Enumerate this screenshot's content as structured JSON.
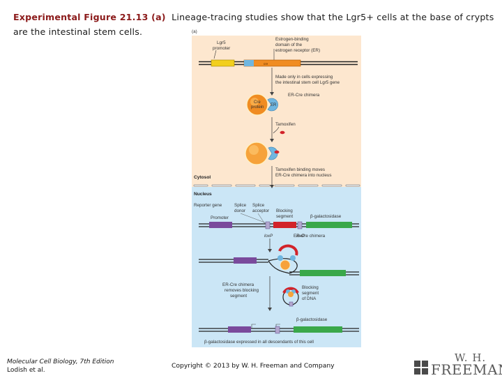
{
  "title": {
    "label": "Experimental Figure 21.13 (a)",
    "text": "Lineage-tracing studies show that the Lgr5+ cells at the base of crypts are the intestinal stem cells."
  },
  "figure": {
    "panel_label": "(a)",
    "lgr5_promoter": [
      "Lgr5",
      "promoter"
    ],
    "estrogen_domain": [
      "Estrogen-binding",
      "domain of the",
      "estrogen receptor (ER)"
    ],
    "gene_label": "cre",
    "made_only": [
      "Made only in cells expressing",
      "the intestinal stem cell Lgr5 gene"
    ],
    "er_cre_chimera": "ER-Cre chimera",
    "cre_protein": [
      "Cre",
      "protein"
    ],
    "er": "ER",
    "tamoxifen": "Tamoxifen",
    "tamoxifen_binding": [
      "Tamoxifen binding moves",
      "ER-Cre chimera into nucleus"
    ],
    "cytosol": "Cytosol",
    "nucleus": "Nucleus",
    "reporter_gene": "Reporter gene",
    "splice_donor": [
      "Splice",
      "donor"
    ],
    "splice_acceptor": [
      "Splice",
      "acceptor"
    ],
    "blocking_segment": [
      "Blocking",
      "segment"
    ],
    "beta_gal": "β-galactosidase",
    "promoter": "Promoter",
    "loxp": "loxP",
    "er_cre_chimera_2": "ER-Cre chimera",
    "removes_blocking": [
      "ER-Cre chimera",
      "removes blocking",
      "segment"
    ],
    "blocking_of_dna": [
      "Blocking",
      "segment",
      "of DNA"
    ],
    "beta_gal_2": "β-galactosidase",
    "bottom_caption": "β-galactosidase expressed in all descendants of this cell"
  },
  "footer": {
    "book_title": "Molecular Cell Biology,",
    "edition": "7th Edition",
    "authors": "Lodish et al.",
    "copyright": "Copyright © 2013 by W. H. Freeman and Company",
    "logo_top": "W. H.",
    "logo_bottom": "FREEMAN"
  },
  "colors": {
    "title_label": "#8b1a1a",
    "cytosol_bg": "#fde7cf",
    "nucleus_bg": "#cbe6f6",
    "promoter_yellow": "#f2cf1d",
    "cre_orange": "#f08c22",
    "er_blue": "#6fb6e0",
    "block_red": "#d2232a",
    "bgal_green": "#3aa84a",
    "reporter_purple": "#7a4a9c"
  }
}
